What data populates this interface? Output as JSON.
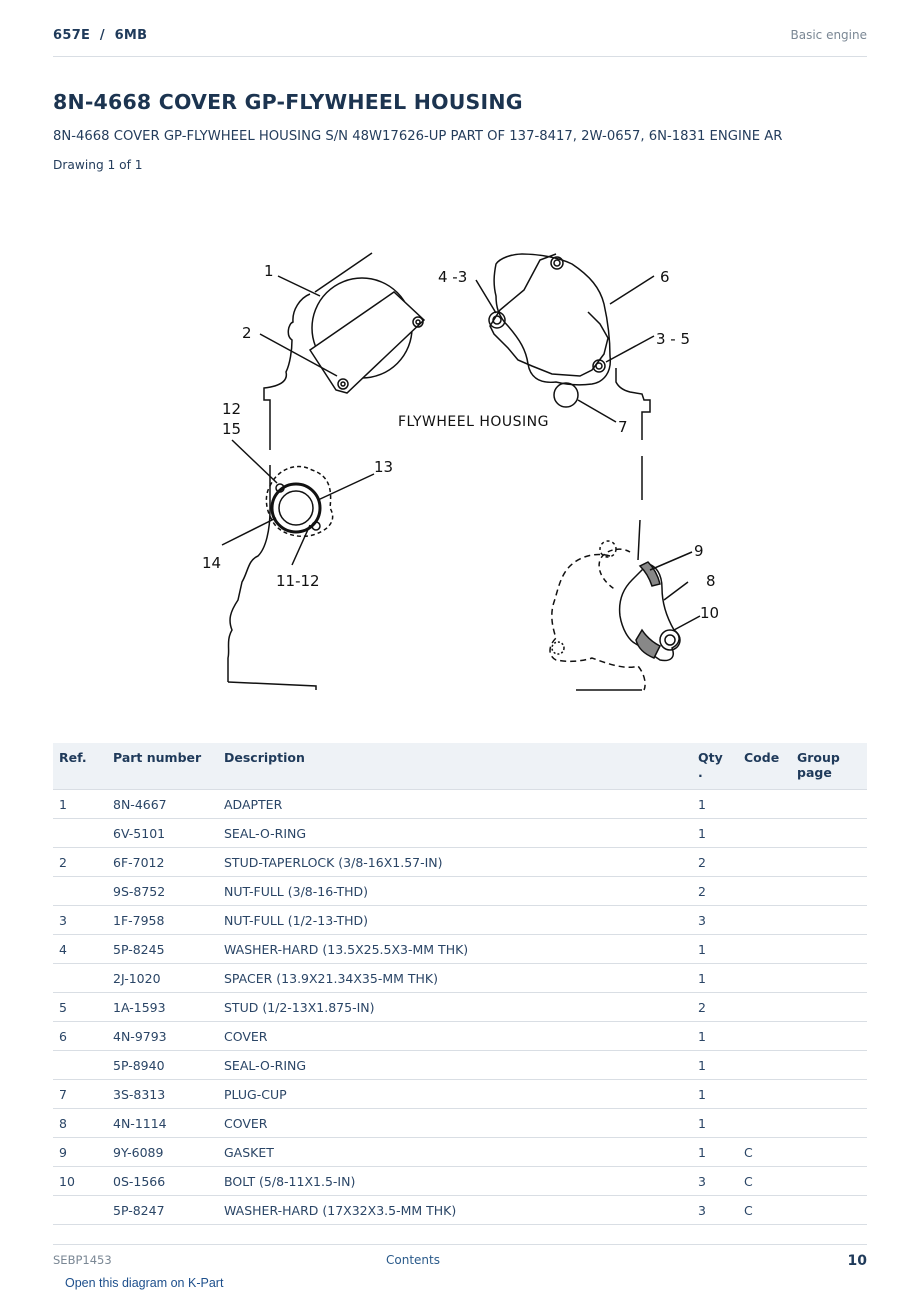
{
  "header": {
    "model": "657E  /  6MB",
    "section": "Basic engine"
  },
  "title": "8N-4668 COVER GP-FLYWHEEL HOUSING",
  "subtitle": "8N-4668 COVER GP-FLYWHEEL HOUSING S/N 48W17626-UP PART OF 137-8417, 2W-0657, 6N-1831 ENGINE AR",
  "drawing_info": "Drawing 1 of 1",
  "diagram": {
    "caption": "FLYWHEEL HOUSING",
    "labels": {
      "l1": "1",
      "l2": "2",
      "l43": "4 -3",
      "l6": "6",
      "l35": "3 - 5",
      "l7": "7",
      "l12": "12",
      "l15": "15",
      "l13": "13",
      "l14": "14",
      "l1112": "11-12",
      "l9": "9",
      "l8": "8",
      "l10": "10"
    }
  },
  "table": {
    "headers": {
      "ref": "Ref.",
      "part_number": "Part number",
      "description": "Description",
      "qty": "Qty\n.",
      "code": "Code",
      "group_page": "Group\npage"
    },
    "rows": [
      {
        "ref": "1",
        "pn": "8N-4667",
        "desc": "ADAPTER",
        "qty": "1",
        "code": ""
      },
      {
        "ref": "",
        "pn": "6V-5101",
        "desc": "SEAL-O-RING",
        "qty": "1",
        "code": ""
      },
      {
        "ref": "2",
        "pn": "6F-7012",
        "desc": "STUD-TAPERLOCK (3/8-16X1.57-IN)",
        "qty": "2",
        "code": ""
      },
      {
        "ref": "",
        "pn": "9S-8752",
        "desc": "NUT-FULL (3/8-16-THD)",
        "qty": "2",
        "code": ""
      },
      {
        "ref": "3",
        "pn": "1F-7958",
        "desc": "NUT-FULL (1/2-13-THD)",
        "qty": "3",
        "code": ""
      },
      {
        "ref": "4",
        "pn": "5P-8245",
        "desc": "WASHER-HARD (13.5X25.5X3-MM THK)",
        "qty": "1",
        "code": ""
      },
      {
        "ref": "",
        "pn": "2J-1020",
        "desc": "SPACER (13.9X21.34X35-MM THK)",
        "qty": "1",
        "code": ""
      },
      {
        "ref": "5",
        "pn": "1A-1593",
        "desc": "STUD (1/2-13X1.875-IN)",
        "qty": "2",
        "code": ""
      },
      {
        "ref": "6",
        "pn": "4N-9793",
        "desc": "COVER",
        "qty": "1",
        "code": ""
      },
      {
        "ref": "",
        "pn": "5P-8940",
        "desc": "SEAL-O-RING",
        "qty": "1",
        "code": ""
      },
      {
        "ref": "7",
        "pn": "3S-8313",
        "desc": "PLUG-CUP",
        "qty": "1",
        "code": ""
      },
      {
        "ref": "8",
        "pn": "4N-1114",
        "desc": "COVER",
        "qty": "1",
        "code": ""
      },
      {
        "ref": "9",
        "pn": "9Y-6089",
        "desc": "GASKET",
        "qty": "1",
        "code": "C"
      },
      {
        "ref": "10",
        "pn": "0S-1566",
        "desc": "BOLT (5/8-11X1.5-IN)",
        "qty": "3",
        "code": "C"
      },
      {
        "ref": "",
        "pn": "5P-8247",
        "desc": "WASHER-HARD (17X32X3.5-MM THK)",
        "qty": "3",
        "code": "C"
      }
    ]
  },
  "footer": {
    "doc_id": "SEBP1453",
    "contents_link": "Contents",
    "page_number": "10"
  },
  "kpart_link": "Open this diagram on K-Part"
}
